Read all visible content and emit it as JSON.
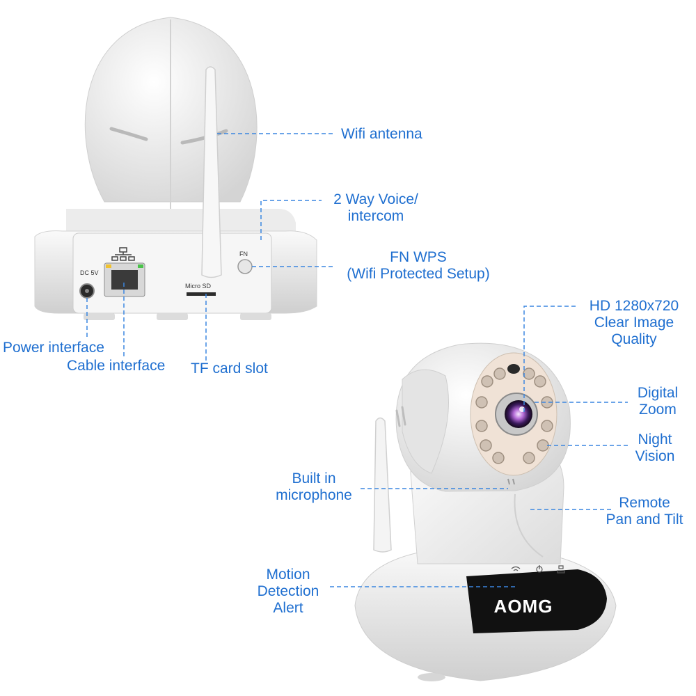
{
  "colors": {
    "label": "#1f6fd0",
    "leader": "#3a86e0",
    "body": "#f1f1f1",
    "body_shade": "#d9d9d9",
    "front_panel": "#111111",
    "ir_ring": "#f0e2d6"
  },
  "product": {
    "brand": "AOMG",
    "port_labels": {
      "dc": "DC 5V",
      "fn": "FN",
      "sd": "Micro SD"
    },
    "icons": [
      "ethernet-icon",
      "wifi-icon",
      "power-icon",
      "lan-icon"
    ]
  },
  "callouts": [
    {
      "id": "wifi-antenna",
      "lines": [
        "Wifi antenna"
      ]
    },
    {
      "id": "two-way-voice",
      "lines": [
        "2 Way Voice/",
        "intercom"
      ]
    },
    {
      "id": "fn-wps",
      "lines": [
        "FN WPS",
        "(Wifi Protected Setup)"
      ]
    },
    {
      "id": "power-interface",
      "lines": [
        "Power interface"
      ]
    },
    {
      "id": "cable-interface",
      "lines": [
        "Cable interface"
      ]
    },
    {
      "id": "tf-card-slot",
      "lines": [
        "TF card slot"
      ]
    },
    {
      "id": "hd-quality",
      "lines": [
        "HD 1280x720",
        "Clear Image",
        "Quality"
      ]
    },
    {
      "id": "digital-zoom",
      "lines": [
        "Digital",
        "Zoom"
      ]
    },
    {
      "id": "night-vision",
      "lines": [
        "Night",
        "Vision"
      ]
    },
    {
      "id": "built-in-microphone",
      "lines": [
        "Built in",
        "microphone"
      ]
    },
    {
      "id": "remote-pan-tilt",
      "lines": [
        "Remote",
        "Pan and Tilt"
      ]
    },
    {
      "id": "motion-detection",
      "lines": [
        "Motion",
        "Detection",
        "Alert"
      ]
    }
  ]
}
